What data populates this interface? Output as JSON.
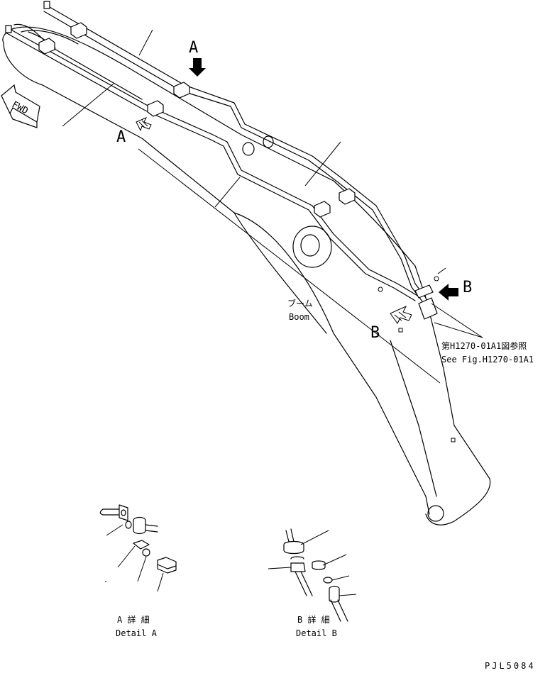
{
  "labels": {
    "view_a": "A",
    "view_b": "B",
    "fwd": "FWD",
    "boom_jp": "ブーム",
    "boom_en": "Boom",
    "ref_jp": "第H1270-01A1図参照",
    "ref_en": "See Fig.H1270-01A1",
    "detail_a_jp": "A 詳 細",
    "detail_a_en": "Detail A",
    "detail_b_jp": "B 詳 細",
    "detail_b_en": "Detail B",
    "drawing_no": "PJL5084"
  },
  "icons": [
    "arrow-down-icon",
    "arrow-left-icon",
    "hatched-arrow-icon",
    "fwd-arrow-icon"
  ],
  "colors": {
    "line": "#000000",
    "background": "#ffffff"
  }
}
